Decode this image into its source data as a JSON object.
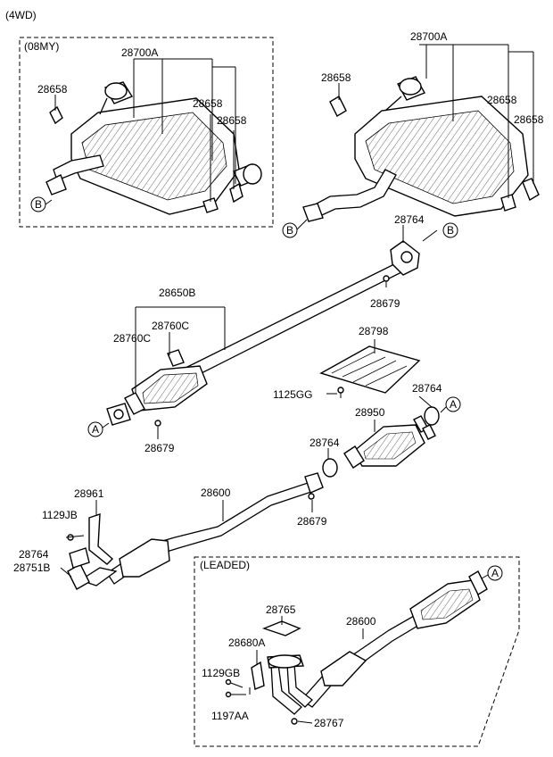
{
  "header": {
    "variant": "(4WD)"
  },
  "groups": {
    "my08": "(08MY)",
    "leaded": "(LEADED)"
  },
  "labels": {
    "p28700a_a": "28700A",
    "p28658_a1": "28658",
    "p28658_a2": "28658",
    "p28658_a3": "28658",
    "p28700a_b": "28700A",
    "p28658_b1": "28658",
    "p28658_b2": "28658",
    "p28658_b3": "28658",
    "p28764_a": "28764",
    "p28679_a": "28679",
    "p28650b": "28650B",
    "p28760c_a": "28760C",
    "p28760c_b": "28760C",
    "p28798": "28798",
    "p1125gg": "1125GG",
    "p28764_b": "28764",
    "p28950": "28950",
    "p28679_b": "28679",
    "p28764_c": "28764",
    "p28961": "28961",
    "p1129jb": "1129JB",
    "p28600_a": "28600",
    "p28679_c": "28679",
    "p28764_d": "28764",
    "p28751b": "28751B",
    "p28765": "28765",
    "p28680a": "28680A",
    "p28600_b": "28600",
    "p1129gb": "1129GB",
    "p1197aa": "1197AA",
    "p28767": "28767"
  },
  "callouts": {
    "b1": "B",
    "b2": "B",
    "b3": "B",
    "a1": "A",
    "a2": "A",
    "a3": "A"
  }
}
